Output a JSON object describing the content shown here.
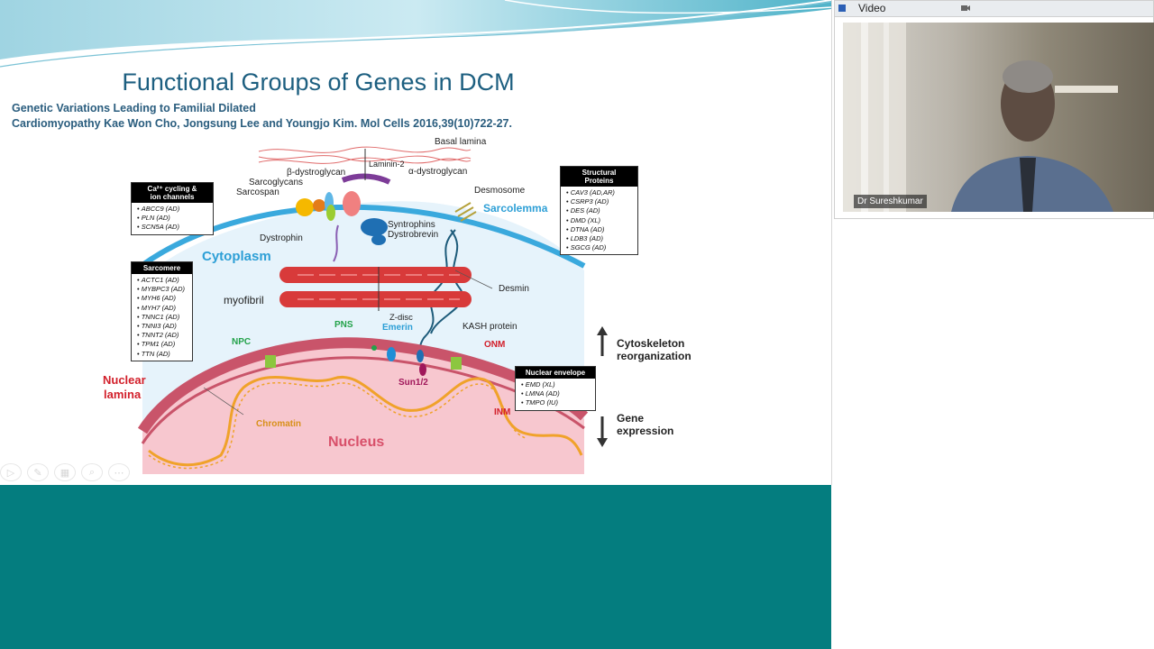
{
  "slide": {
    "title": "Functional Groups of Genes in DCM",
    "citation_line1": "Genetic Variations Leading to Familial Dilated",
    "citation_line2": "Cardiomyopathy Kae Won Cho, Jongsung Lee and Youngjo Kim. Mol Cells 2016,39(10)722-27."
  },
  "diagram": {
    "labels": {
      "basal_lamina": "Basal lamina",
      "laminin": "Laminin-2",
      "alpha_dystroglycan": "α-dystroglycan",
      "beta_dystroglycan": "β-dystroglycan",
      "sarcoglycans": "Sarcoglycans",
      "sarcospan": "Sarcospan",
      "desmosome": "Desmosome",
      "sarcolemma": "Sarcolemma",
      "syntrophins": "Syntrophins",
      "dystrobrevin": "Dystrobrevin",
      "dystrophin": "Dystrophin",
      "cytoplasm": "Cytoplasm",
      "myofibril": "myofibril",
      "desmin": "Desmin",
      "zdisc": "Z-disc",
      "pns": "PNS",
      "emerin": "Emerin",
      "kash": "KASH protein",
      "npc": "NPC",
      "onm": "ONM",
      "sun": "Sun1/2",
      "nuclear_lamina_1": "Nuclear",
      "nuclear_lamina_2": "lamina",
      "chromatin": "Chromatin",
      "nucleus": "Nucleus",
      "inm": "INM",
      "cytoskeleton_1": "Cytoskeleton",
      "cytoskeleton_2": "reorganization",
      "gene_1": "Gene",
      "gene_2": "expression"
    },
    "boxes": {
      "ca": {
        "title_1": "Ca²⁺ cycling &",
        "title_2": "ion channels",
        "items": [
          "ABCC9 (AD)",
          "PLN (AD)",
          "SCN5A (AD)"
        ]
      },
      "sarcomere": {
        "title": "Sarcomere",
        "items": [
          "ACTC1 (AD)",
          "MYBPC3 (AD)",
          "MYH6 (AD)",
          "MYH7 (AD)",
          "TNNC1 (AD)",
          "TNNI3 (AD)",
          "TNNT2 (AD)",
          "TPM1 (AD)",
          "TTN (AD)"
        ]
      },
      "structural": {
        "title_1": "Structural",
        "title_2": "Proteins",
        "items": [
          "CAV3 (AD,AR)",
          "CSRP3 (AD)",
          "DES (AD)",
          "DMD (XL)",
          "DTNA (AD)",
          "LDB3 (AD)",
          "SGCG (AD)"
        ]
      },
      "nuclear_env": {
        "title": "Nuclear envelope",
        "items": [
          "EMD (XL)",
          "LMNA (AD)",
          "TMPO (IU)"
        ]
      }
    },
    "colors": {
      "membrane": "#3aa9dd",
      "myofibril": "#d83a3a",
      "nucleus": "#f7c7cf",
      "envelope": "#c9546a",
      "chromatin": "#f0a22a",
      "red_label": "#d21f2a",
      "green_label": "#23a24a",
      "blue_label": "#2d9fd6"
    }
  },
  "video": {
    "window_title": "Video",
    "participant_name": "Dr Sureshkumar"
  },
  "toolbar": {
    "icons": [
      "play-icon",
      "pen-icon",
      "slides-icon",
      "zoom-icon",
      "more-icon"
    ]
  }
}
